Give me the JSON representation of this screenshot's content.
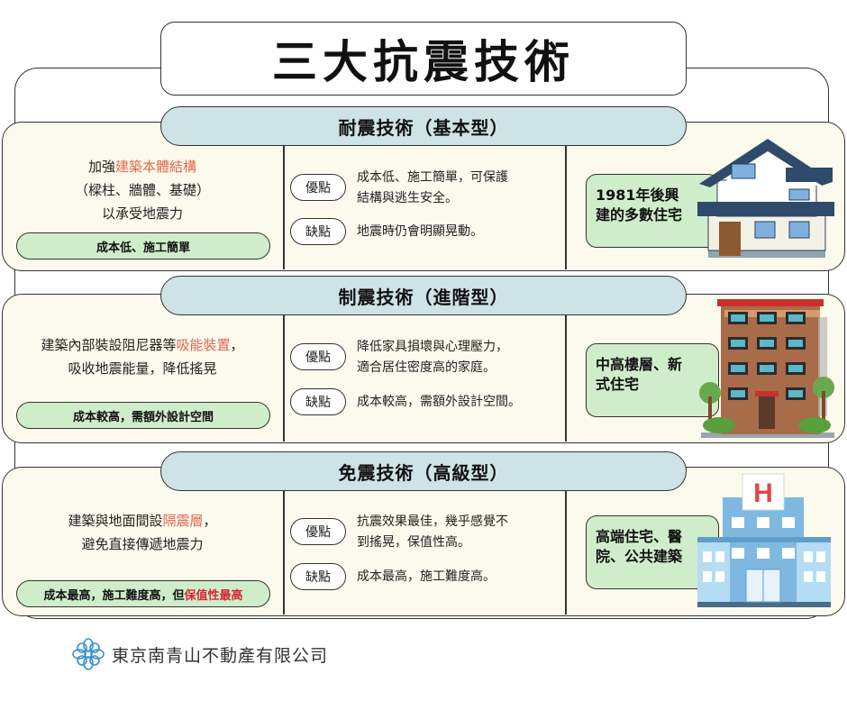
{
  "title": "三大抗震技術",
  "sections": [
    {
      "heading": "耐震技術（基本型）",
      "desc": [
        "加強",
        "建築本體結構",
        "（樑柱、牆體、基礎）",
        "以承受地震力"
      ],
      "cost": [
        "成本低、施工簡單",
        ""
      ],
      "pros_label": "優點",
      "pros_lines": [
        "成本低、施工簡單，可保護",
        "結構與逃生安全。"
      ],
      "cons_label": "缺點",
      "cons_text": "地震時仍會明顯晃動。",
      "usage_lines": [
        "1981年後興",
        "建的多數住宅"
      ],
      "icon": "house-icon"
    },
    {
      "heading": "制震技術（進階型）",
      "desc": [
        "建築內部裝設阻尼器等",
        "吸能裝置",
        "，",
        "吸收地震能量，降低搖晃"
      ],
      "cost": [
        "成本較高，需額外設計空間",
        ""
      ],
      "pros_label": "優點",
      "pros_lines": [
        "降低家具損壞與心理壓力，",
        "適合居住密度高的家庭。"
      ],
      "cons_label": "缺點",
      "cons_text": "成本較高，需額外設計空間。",
      "usage_lines": [
        "中高樓層、新",
        "式住宅"
      ],
      "icon": "apartment-building-icon"
    },
    {
      "heading": "免震技術（高級型）",
      "desc": [
        "建築與地面間設",
        "隔震層",
        "，",
        "避免直接傳遞地震力"
      ],
      "cost": [
        "成本最高，施工難度高，但",
        "保值性最高"
      ],
      "pros_label": "優點",
      "pros_lines": [
        "抗震效果最佳，幾乎感覺不",
        "到搖晃，保值性高。"
      ],
      "cons_label": "缺點",
      "cons_text": "成本最高，施工難度高。",
      "usage_lines": [
        "高端住宅、醫",
        "院、公共建築"
      ],
      "icon": "hospital-icon"
    }
  ],
  "footer": {
    "company": "東京南青山不動產有限公司",
    "logo": "flower-logo-icon"
  },
  "colors": {
    "panel_bg": "#fcfaec",
    "pill_bg": "#cde3e6",
    "green_bg": "#cfedca",
    "highlight": "#e0684f",
    "highlight_strong": "#d8262f"
  }
}
